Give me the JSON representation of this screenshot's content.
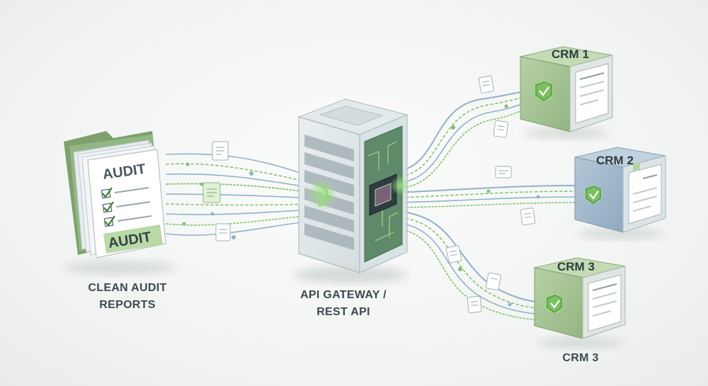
{
  "source": {
    "doc_front_title": "AUDIT",
    "doc_stamp": "AUDIT",
    "label_line1": "CLEAN AUDIT",
    "label_line2": "REPORTS"
  },
  "gateway": {
    "label_line1": "API GATEWAY /",
    "label_line2": "REST API"
  },
  "crms": [
    {
      "label": "CRM 1",
      "color": "#a9c79a"
    },
    {
      "label": "CRM 2",
      "color": "#9fb8cd"
    },
    {
      "label": "CRM 3",
      "color": "#a9c79a"
    }
  ],
  "crm3_caption": "CRM 3",
  "colors": {
    "accent_green": "#7fc36a",
    "flow_blue": "#8fb3c8",
    "text": "#3b4a4f"
  }
}
